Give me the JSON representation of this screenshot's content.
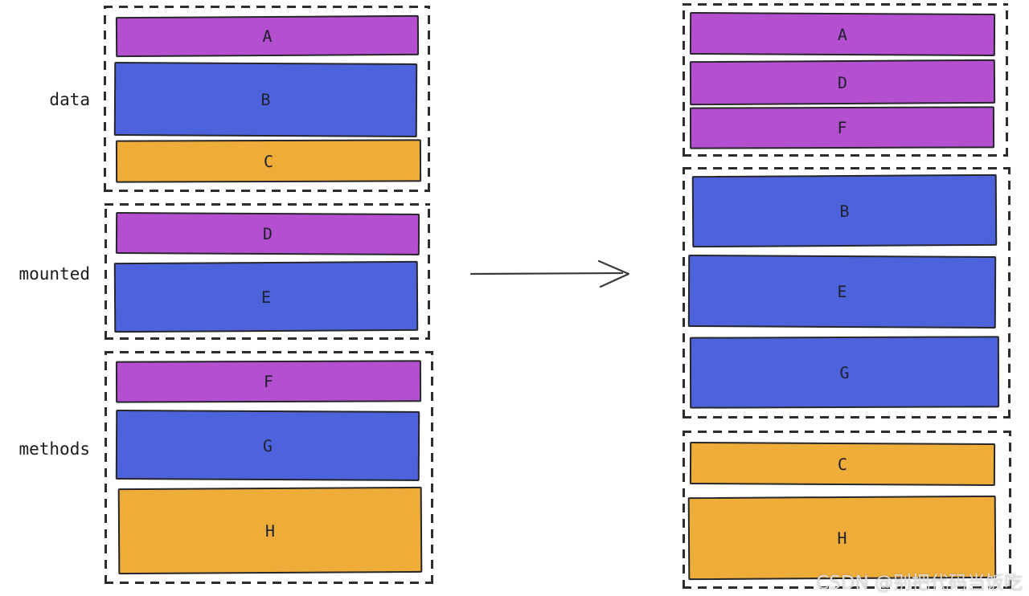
{
  "colors": {
    "purple": "#b44fd0",
    "blue": "#4d63dc",
    "orange": "#eeac38"
  },
  "left": {
    "groups": [
      {
        "label": "data",
        "blocks": [
          {
            "label": "A",
            "color": "purple"
          },
          {
            "label": "B",
            "color": "blue"
          },
          {
            "label": "C",
            "color": "orange"
          }
        ]
      },
      {
        "label": "mounted",
        "blocks": [
          {
            "label": "D",
            "color": "purple"
          },
          {
            "label": "E",
            "color": "blue"
          }
        ]
      },
      {
        "label": "methods",
        "blocks": [
          {
            "label": "F",
            "color": "purple"
          },
          {
            "label": "G",
            "color": "blue"
          },
          {
            "label": "H",
            "color": "orange"
          }
        ]
      }
    ]
  },
  "arrow": {
    "icon": "right-arrow-icon"
  },
  "right": {
    "groups": [
      {
        "blocks": [
          {
            "label": "A",
            "color": "purple"
          },
          {
            "label": "D",
            "color": "purple"
          },
          {
            "label": "F",
            "color": "purple"
          }
        ]
      },
      {
        "blocks": [
          {
            "label": "B",
            "color": "blue"
          },
          {
            "label": "E",
            "color": "blue"
          },
          {
            "label": "G",
            "color": "blue"
          }
        ]
      },
      {
        "blocks": [
          {
            "label": "C",
            "color": "orange"
          },
          {
            "label": "H",
            "color": "orange"
          }
        ]
      }
    ]
  },
  "watermark": {
    "text": "CSDN @别把代码当饭吃"
  }
}
